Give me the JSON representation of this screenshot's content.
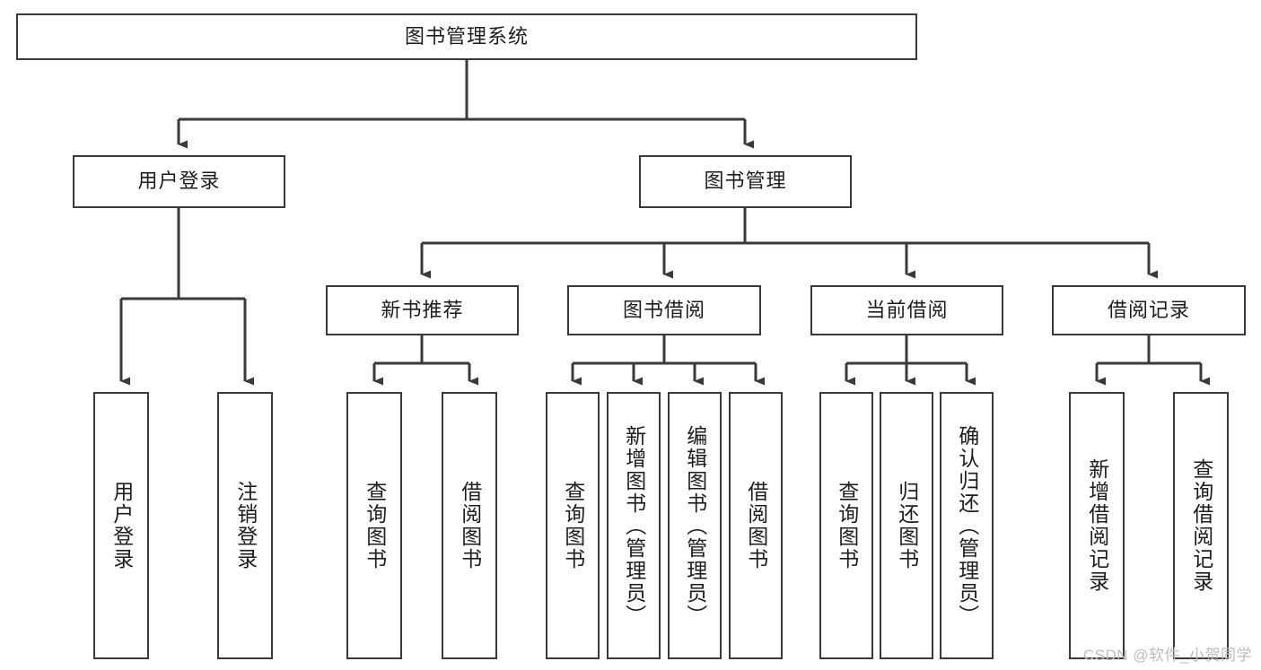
{
  "diagram": {
    "title": "图书管理系统",
    "type": "hierarchy-tree",
    "stroke_color": "#3a3a3a",
    "fill_color": "#ffffff",
    "text_color": "#1d1d1d",
    "watermark": "CSDN @软件_小贺同学",
    "levels": {
      "root": "图书管理系统",
      "level2": [
        "用户登录",
        "图书管理"
      ],
      "level3": [
        "新书推荐",
        "图书借阅",
        "当前借阅",
        "借阅记录"
      ]
    },
    "nodes": {
      "root": {
        "label": "图书管理系统"
      },
      "user_login": {
        "label": "用户登录"
      },
      "book_manage": {
        "label": "图书管理"
      },
      "new_book_rec": {
        "label": "新书推荐"
      },
      "book_borrow": {
        "label": "图书借阅"
      },
      "current_borrow": {
        "label": "当前借阅"
      },
      "borrow_record": {
        "label": "借阅记录"
      },
      "leaf_user_login": {
        "label": "用户登录"
      },
      "leaf_user_logout": {
        "label": "注销登录"
      },
      "leaf_rec_query": {
        "label": "查询图书"
      },
      "leaf_rec_borrow": {
        "label": "借阅图书"
      },
      "leaf_borrow_query": {
        "label": "查询图书"
      },
      "leaf_borrow_add": {
        "label": "新增图书（管理员）"
      },
      "leaf_borrow_edit": {
        "label": "编辑图书（管理员）"
      },
      "leaf_borrow_lend": {
        "label": "借阅图书"
      },
      "leaf_cur_query": {
        "label": "查询图书"
      },
      "leaf_cur_return": {
        "label": "归还图书"
      },
      "leaf_cur_confirm": {
        "label": "确认归还（管理员）"
      },
      "leaf_rec_add": {
        "label": "新增借阅记录"
      },
      "leaf_rec_search": {
        "label": "查询借阅记录"
      }
    },
    "edges": [
      {
        "from": "root",
        "to": "user_login"
      },
      {
        "from": "root",
        "to": "book_manage"
      },
      {
        "from": "user_login",
        "to": "leaf_user_login"
      },
      {
        "from": "user_login",
        "to": "leaf_user_logout"
      },
      {
        "from": "book_manage",
        "to": "new_book_rec"
      },
      {
        "from": "book_manage",
        "to": "book_borrow"
      },
      {
        "from": "book_manage",
        "to": "current_borrow"
      },
      {
        "from": "book_manage",
        "to": "borrow_record"
      },
      {
        "from": "new_book_rec",
        "to": "leaf_rec_query"
      },
      {
        "from": "new_book_rec",
        "to": "leaf_rec_borrow"
      },
      {
        "from": "book_borrow",
        "to": "leaf_borrow_query"
      },
      {
        "from": "book_borrow",
        "to": "leaf_borrow_add"
      },
      {
        "from": "book_borrow",
        "to": "leaf_borrow_edit"
      },
      {
        "from": "book_borrow",
        "to": "leaf_borrow_lend"
      },
      {
        "from": "current_borrow",
        "to": "leaf_cur_query"
      },
      {
        "from": "current_borrow",
        "to": "leaf_cur_return"
      },
      {
        "from": "current_borrow",
        "to": "leaf_cur_confirm"
      },
      {
        "from": "borrow_record",
        "to": "leaf_rec_add"
      },
      {
        "from": "borrow_record",
        "to": "leaf_rec_search"
      }
    ]
  }
}
